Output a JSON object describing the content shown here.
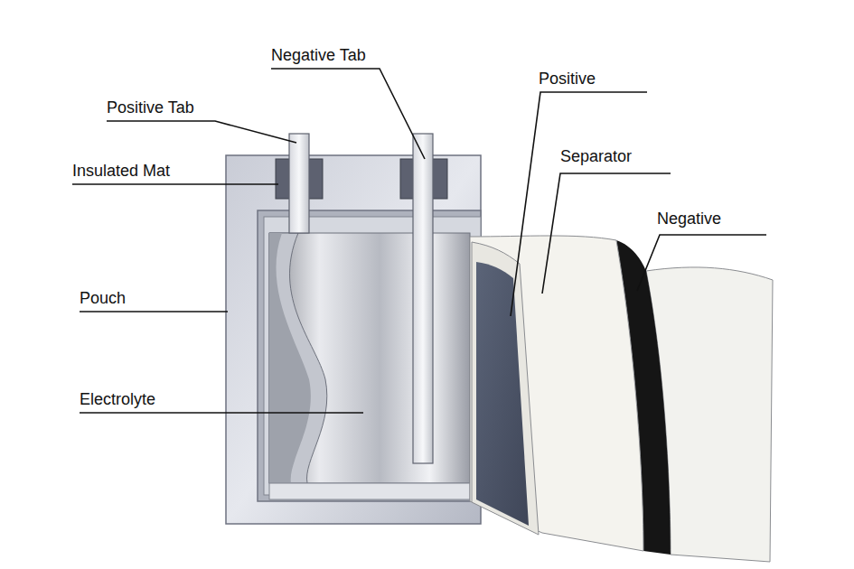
{
  "diagram": {
    "labels": [
      "Negative Tab",
      "Positive Tab",
      "Positive",
      "Separator",
      "Insulated Mat",
      "Negative",
      "Pouch",
      "Electrolyte"
    ]
  }
}
